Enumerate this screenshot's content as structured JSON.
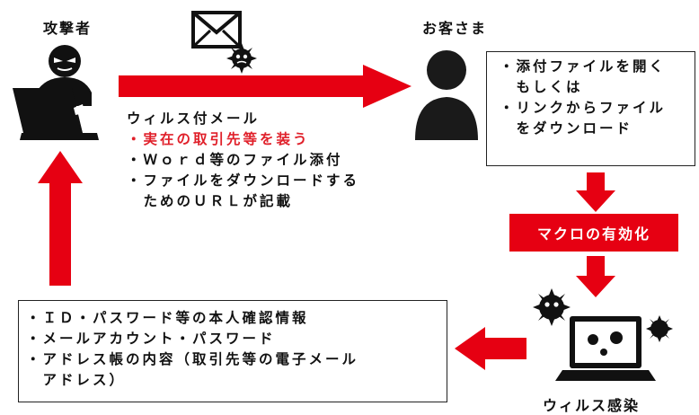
{
  "attacker": {
    "label": "攻撃者"
  },
  "customer": {
    "label": "お客さま"
  },
  "email": {
    "title": "ウィルス付メール",
    "items": [
      "・実在の取引先等を装う",
      "・Ｗｏｒｄ等のファイル添付",
      "・ファイルをダウンロードする",
      "　ためのＵＲＬが記載"
    ]
  },
  "customer_actions": {
    "lines": [
      "・添付ファイルを開く",
      "　もしくは",
      "・リンクからファイル",
      "　をダウンロード"
    ]
  },
  "macro": {
    "label": "マクロの有効化"
  },
  "stolen": {
    "lines": [
      "・ＩＤ・パスワード等の本人確認情報",
      "・メールアカウント・パスワード",
      "・アドレス帳の内容（取引先等の電子メール",
      "　アドレス）"
    ]
  },
  "infection": {
    "label": "ウィルス感染"
  },
  "colors": {
    "arrow_red": "#e60012",
    "highlight_text": "#e0202a",
    "icon_black": "#111111"
  },
  "icons": [
    "hacker-icon",
    "envelope-icon",
    "virus-icon",
    "person-icon",
    "laptop-icon"
  ]
}
